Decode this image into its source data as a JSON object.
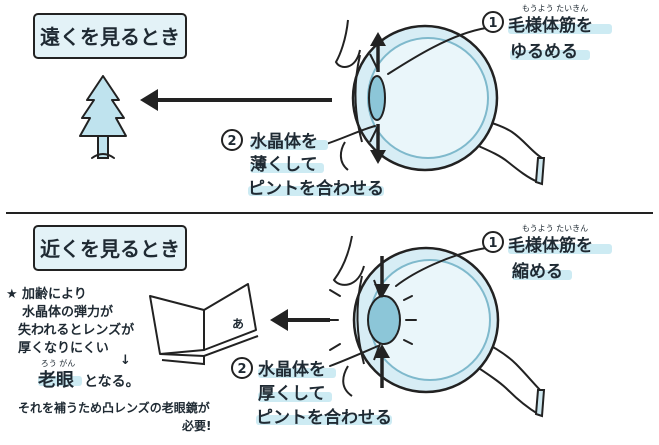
{
  "top": {
    "title": "遠くを見るとき",
    "step1_num": "1",
    "step1_ruby": "もうよう たいきん",
    "step1_line1": "毛様体筋を",
    "step1_line2": "ゆるめる",
    "step2_num": "2",
    "step2_line1": "水晶体を",
    "step2_line2": "薄くして",
    "step2_line3": "ピントを合わせる"
  },
  "bottom": {
    "title": "近くを見るとき",
    "step1_num": "1",
    "step1_ruby": "もうよう たいきん",
    "step1_line1": "毛様体筋を",
    "step1_line2": "縮める",
    "step2_num": "2",
    "step2_line1": "水晶体を",
    "step2_line2": "厚くして",
    "step2_line3": "ピントを合わせる",
    "book_char": "あ"
  },
  "note": {
    "star": "★",
    "line1": "加齢により",
    "line2": "水晶体の弾力が",
    "line3": "失われるとレンズが",
    "line4": "厚くなりにくい",
    "down_arrow": "↓",
    "ruby": "ろう がん",
    "highlight": "老眼",
    "suffix": "となる。",
    "bottom_line1": "それを補うため凸レンズの老眼鏡が",
    "bottom_line2": "必要!"
  }
}
